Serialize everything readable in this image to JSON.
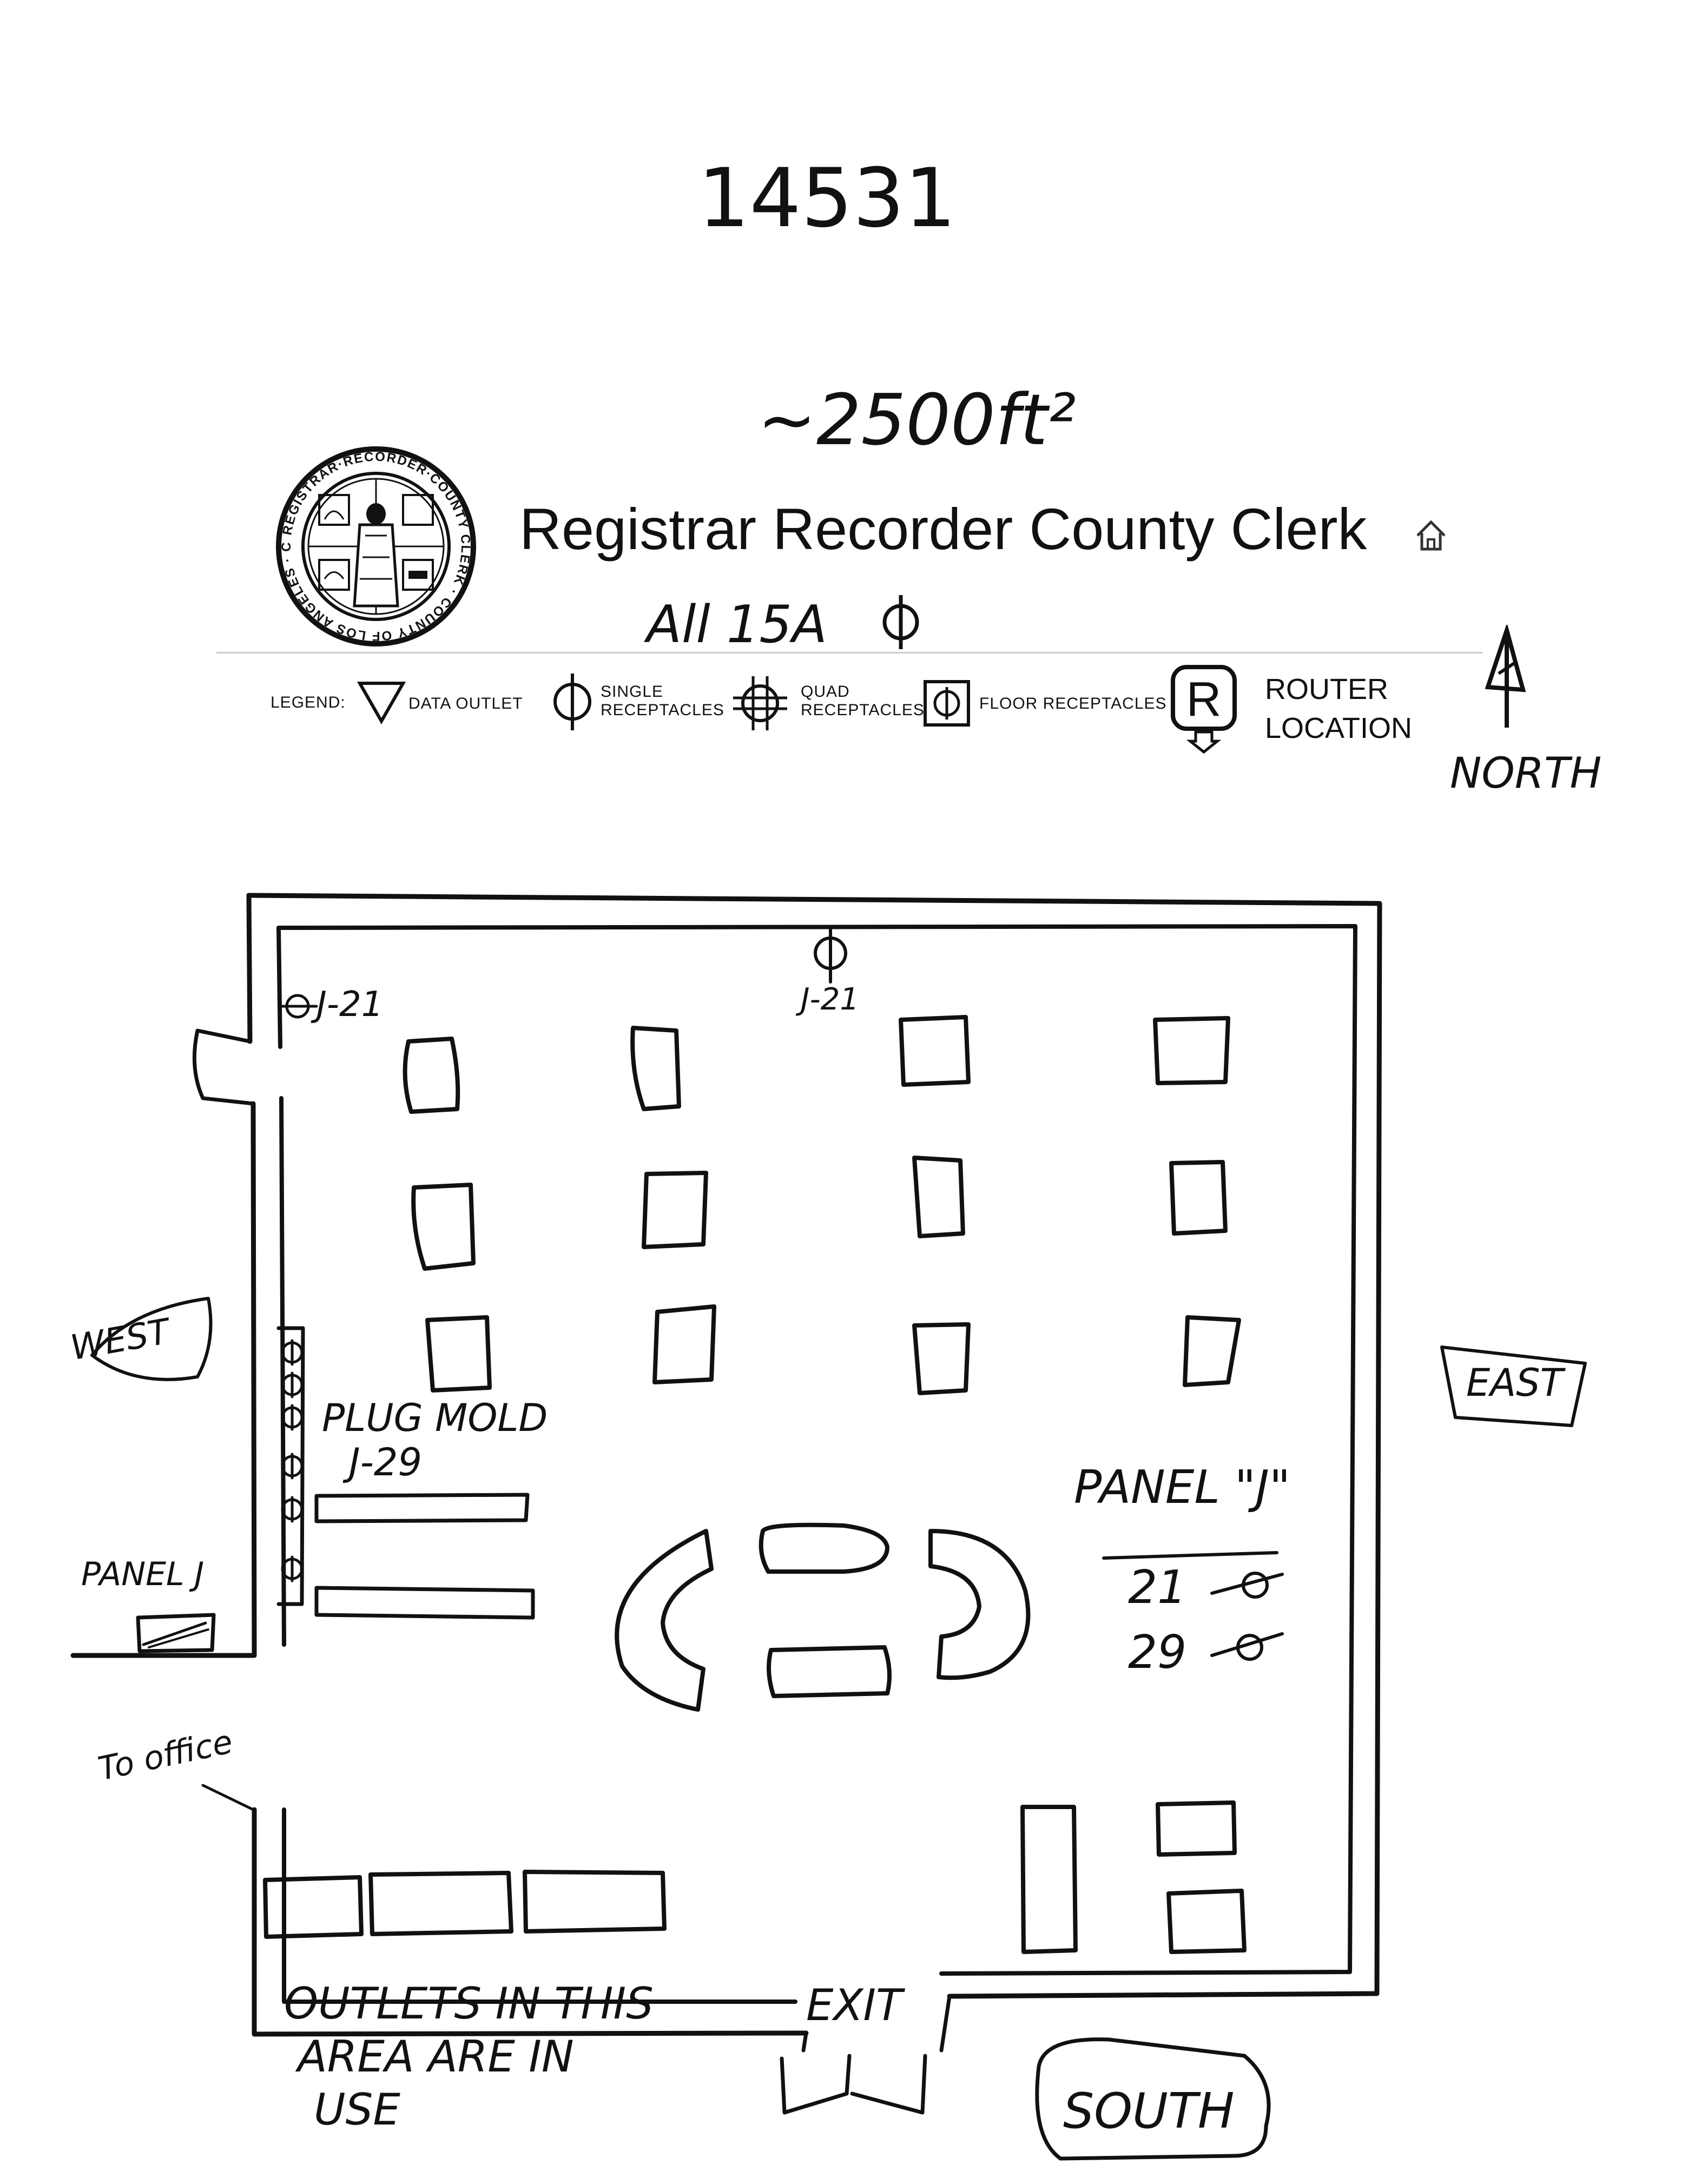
{
  "header": {
    "handwritten_number": "14531",
    "area_note": "~2500ft²",
    "title": "Registrar Recorder County Clerk",
    "circuit_note": "All 15A"
  },
  "seal": {
    "text": "REGISTRAR·RECORDER·COUNTY CLERK · COUNTY OF LOS ANGELES · CALIFORNIA"
  },
  "legend": {
    "label": "LEGEND:",
    "items": [
      {
        "label": "DATA OUTLET"
      },
      {
        "label_line1": "SINGLE",
        "label_line2": "RECEPTACLES"
      },
      {
        "label_line1": "QUAD",
        "label_line2": "RECEPTACLES"
      },
      {
        "label": "FLOOR RECEPTACLES"
      },
      {
        "symbol": "R",
        "label_line1": "ROUTER",
        "label_line2": "LOCATION"
      }
    ]
  },
  "compass": {
    "north": "NORTH",
    "south": "SOUTH",
    "east": "EAST",
    "west": "WEST"
  },
  "labels": {
    "outlet_j21_west": "J-21",
    "outlet_j21_north": "J-21",
    "plug_mold_line1": "PLUG MOLD",
    "plug_mold_line2": "J-29",
    "panel_j_left": "PANEL J",
    "to_office": "To office",
    "exit": "EXIT",
    "outlets_note_line1": "OUTLETS IN THIS",
    "outlets_note_line2": "AREA ARE IN",
    "outlets_note_line3": "USE"
  },
  "panel_schedule": {
    "title": "PANEL \"J\"",
    "circuits": [
      {
        "number": "21",
        "mark": "-ϕ"
      },
      {
        "number": "29",
        "mark": "-ϕ"
      }
    ]
  }
}
